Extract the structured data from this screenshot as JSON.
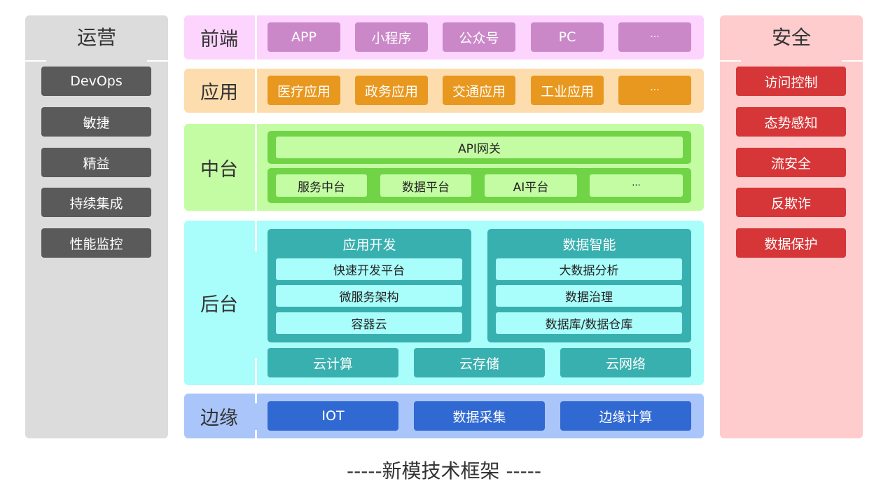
{
  "colors": {
    "ops_bg": "#dcdcdc",
    "ops_item": "#5a5a5a",
    "sec_bg": "#fecccc",
    "sec_item": "#d63638",
    "frontend_bg": "#fdd4fd",
    "frontend_item": "#cb88c9",
    "app_bg": "#fdddae",
    "app_item": "#e8981f",
    "middle_bg": "#c4fca4",
    "middle_bar": "#70d446",
    "middle_cell": "#c4fca4",
    "backend_bg": "#a9fdfa",
    "backend_block": "#38b0af",
    "backend_cell": "#a9fdfa",
    "edge_bg": "#a9c5f9",
    "edge_item": "#3069d2"
  },
  "ops": {
    "title": "运营",
    "items": [
      "DevOps",
      "敏捷",
      "精益",
      "持续集成",
      "性能监控"
    ]
  },
  "security": {
    "title": "安全",
    "items": [
      "访问控制",
      "态势感知",
      "流安全",
      "反欺诈",
      "数据保护"
    ]
  },
  "frontend": {
    "label": "前端",
    "items": [
      "APP",
      "小程序",
      "公众号",
      "PC",
      "···"
    ]
  },
  "application": {
    "label": "应用",
    "items": [
      "医疗应用",
      "政务应用",
      "交通应用",
      "工业应用",
      "···"
    ]
  },
  "middle": {
    "label": "中台",
    "gateway": "API网关",
    "items": [
      "服务中台",
      "数据平台",
      "AI平台",
      "···"
    ]
  },
  "backend": {
    "label": "后台",
    "app_dev": {
      "title": "应用开发",
      "items": [
        "快速开发平台",
        "微服务架构",
        "容器云"
      ]
    },
    "data_intel": {
      "title": "数据智能",
      "items": [
        "大数据分析",
        "数据治理",
        "数据库/数据仓库"
      ]
    },
    "cloud": [
      "云计算",
      "云存储",
      "云网络"
    ]
  },
  "edge": {
    "label": "边缘",
    "items": [
      "IOT",
      "数据采集",
      "边缘计算"
    ]
  },
  "footer_title": "-----新模技术框架 -----"
}
